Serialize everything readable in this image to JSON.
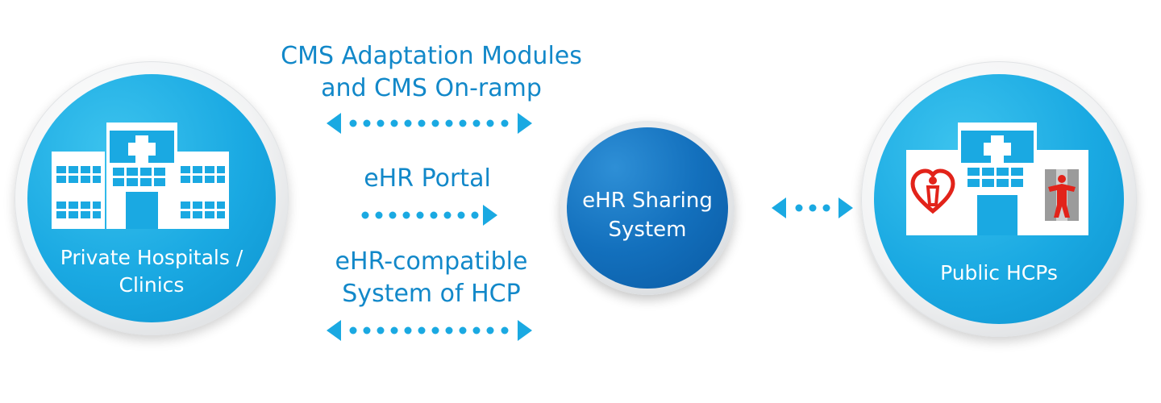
{
  "nodes": {
    "left": {
      "label": "Private Hospitals /\nClinics"
    },
    "center": {
      "label": "eHR Sharing\nSystem"
    },
    "right": {
      "label": "Public HCPs"
    }
  },
  "connections": [
    {
      "label": "CMS Adaptation Modules\nand CMS On-ramp",
      "direction": "bidirectional"
    },
    {
      "label": "eHR Portal",
      "direction": "right"
    },
    {
      "label": "eHR-compatible\nSystem of HCP",
      "direction": "bidirectional"
    },
    {
      "direction": "bidirectional"
    }
  ],
  "colors": {
    "node_blue": "#1aa9e2",
    "center_blue": "#1370bd",
    "connector_blue": "#1aa9e2",
    "text_blue": "#1288c9",
    "logo_red": "#e2231a"
  },
  "icons": {
    "left": "hospital-building-icon",
    "right": "public-hospital-icon"
  }
}
